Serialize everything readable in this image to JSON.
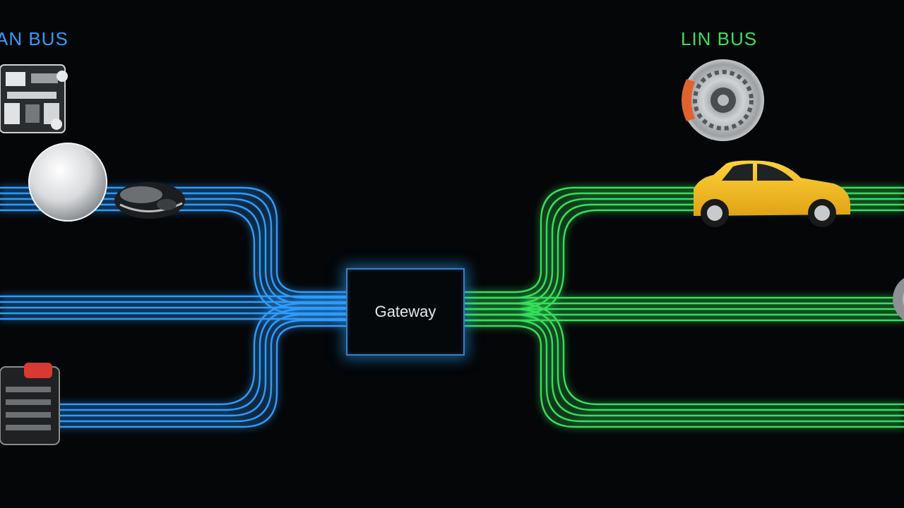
{
  "left_bus": {
    "label": "AN BUS",
    "color": "#2f9cff"
  },
  "right_bus": {
    "label": "LIN BUS",
    "color": "#36e05a"
  },
  "gateway": {
    "label": "Gateway"
  },
  "nodes": [
    {
      "name": "engine-module-icon",
      "side": "left"
    },
    {
      "name": "headlamp-icon",
      "side": "left"
    },
    {
      "name": "sensor-module-icon",
      "side": "left"
    },
    {
      "name": "battery-module-icon",
      "side": "left"
    },
    {
      "name": "brake-disc-icon",
      "side": "right"
    },
    {
      "name": "car-icon",
      "side": "right"
    },
    {
      "name": "wheel-icon",
      "side": "right"
    }
  ]
}
